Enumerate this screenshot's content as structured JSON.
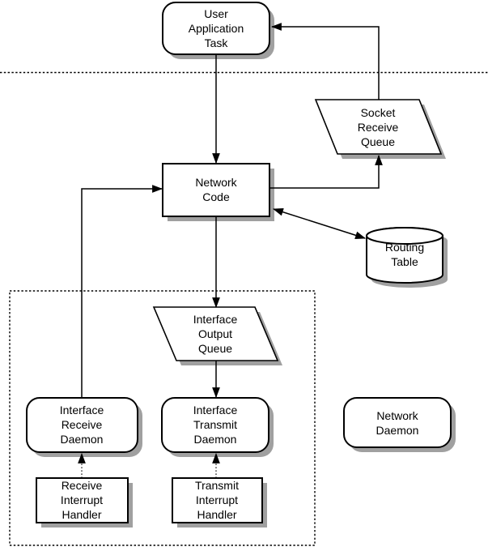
{
  "colors": {
    "line": "#000000",
    "shape-fill": "#ffffff",
    "shadow": "#a0a0a0",
    "canvas": "#ffffff"
  },
  "nodes": {
    "user_application_task": {
      "label": "User\nApplication\nTask",
      "shape": "rounded-rect"
    },
    "socket_receive_queue": {
      "label": "Socket\nReceive\nQueue",
      "shape": "parallelogram"
    },
    "network_code": {
      "label": "Network\nCode",
      "shape": "rect"
    },
    "routing_table": {
      "label": "Routing\nTable",
      "shape": "cylinder"
    },
    "interface_output_queue": {
      "label": "Interface\nOutput\nQueue",
      "shape": "parallelogram"
    },
    "interface_receive_daemon": {
      "label": "Interface\nReceive\nDaemon",
      "shape": "rounded-rect"
    },
    "interface_transmit_daemon": {
      "label": "Interface\nTransmit\nDaemon",
      "shape": "rounded-rect"
    },
    "network_daemon": {
      "label": "Network\nDaemon",
      "shape": "rounded-rect"
    },
    "receive_interrupt_handler": {
      "label": "Receive\nInterrupt\nHandler",
      "shape": "rect"
    },
    "transmit_interrupt_handler": {
      "label": "Transmit\nInterrupt\nHandler",
      "shape": "rect"
    }
  },
  "edges": [
    {
      "from": "user_application_task",
      "to": "network_code",
      "style": "solid",
      "bidirectional": false
    },
    {
      "from": "socket_receive_queue",
      "to": "user_application_task",
      "style": "solid",
      "bidirectional": false
    },
    {
      "from": "network_code",
      "to": "socket_receive_queue",
      "style": "solid",
      "bidirectional": false
    },
    {
      "from": "network_code",
      "to": "routing_table",
      "style": "solid",
      "bidirectional": true
    },
    {
      "from": "network_code",
      "to": "interface_output_queue",
      "style": "solid",
      "bidirectional": false
    },
    {
      "from": "interface_output_queue",
      "to": "interface_transmit_daemon",
      "style": "solid",
      "bidirectional": false
    },
    {
      "from": "interface_receive_daemon",
      "to": "network_code",
      "style": "solid",
      "bidirectional": false
    },
    {
      "from": "receive_interrupt_handler",
      "to": "interface_receive_daemon",
      "style": "dotted",
      "bidirectional": false
    },
    {
      "from": "transmit_interrupt_handler",
      "to": "interface_transmit_daemon",
      "style": "dotted",
      "bidirectional": false
    }
  ],
  "boundaries": [
    {
      "name": "user-kernel-boundary",
      "style": "dotted-line"
    },
    {
      "name": "driver-enclosure",
      "style": "dotted-rect"
    }
  ]
}
